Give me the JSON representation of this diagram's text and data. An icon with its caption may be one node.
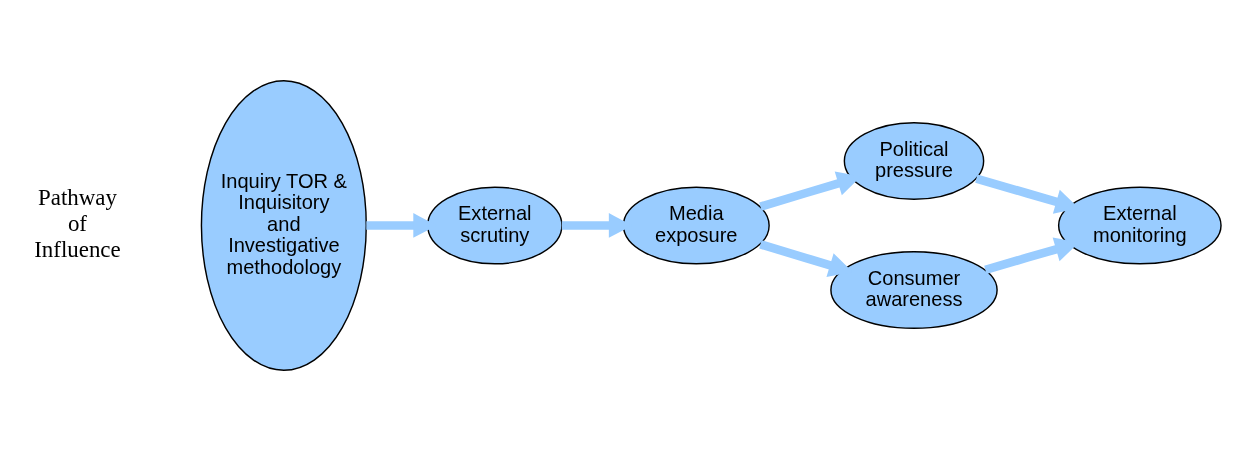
{
  "diagram": {
    "nodes": [
      {
        "text": [
          "Inquiry TOR & Inquisitory and Investigative methodology"
        ]
      },
      {
        "text": [
          "External scrutiny"
        ]
      },
      {
        "text": [
          "Media exposure"
        ]
      },
      {
        "text": [
          "Political pressure"
        ]
      },
      {
        "text": [
          "Consumer awareness"
        ]
      },
      {
        "text": [
          "External monitoring"
        ]
      }
    ],
    "edges": [
      {
        "from": 0,
        "to": 1,
        "arrow": "to"
      },
      {
        "from": 1,
        "to": 2,
        "arrow": "to"
      },
      {
        "from": 2,
        "to": 3,
        "arrow": "to"
      },
      {
        "from": 2,
        "to": 4,
        "arrow": "to"
      },
      {
        "from": 3,
        "to": 5,
        "arrow": "to"
      },
      {
        "from": 4,
        "to": 5,
        "arrow": "to"
      }
    ],
    "labels": [
      "Pathway of Influence"
    ]
  }
}
